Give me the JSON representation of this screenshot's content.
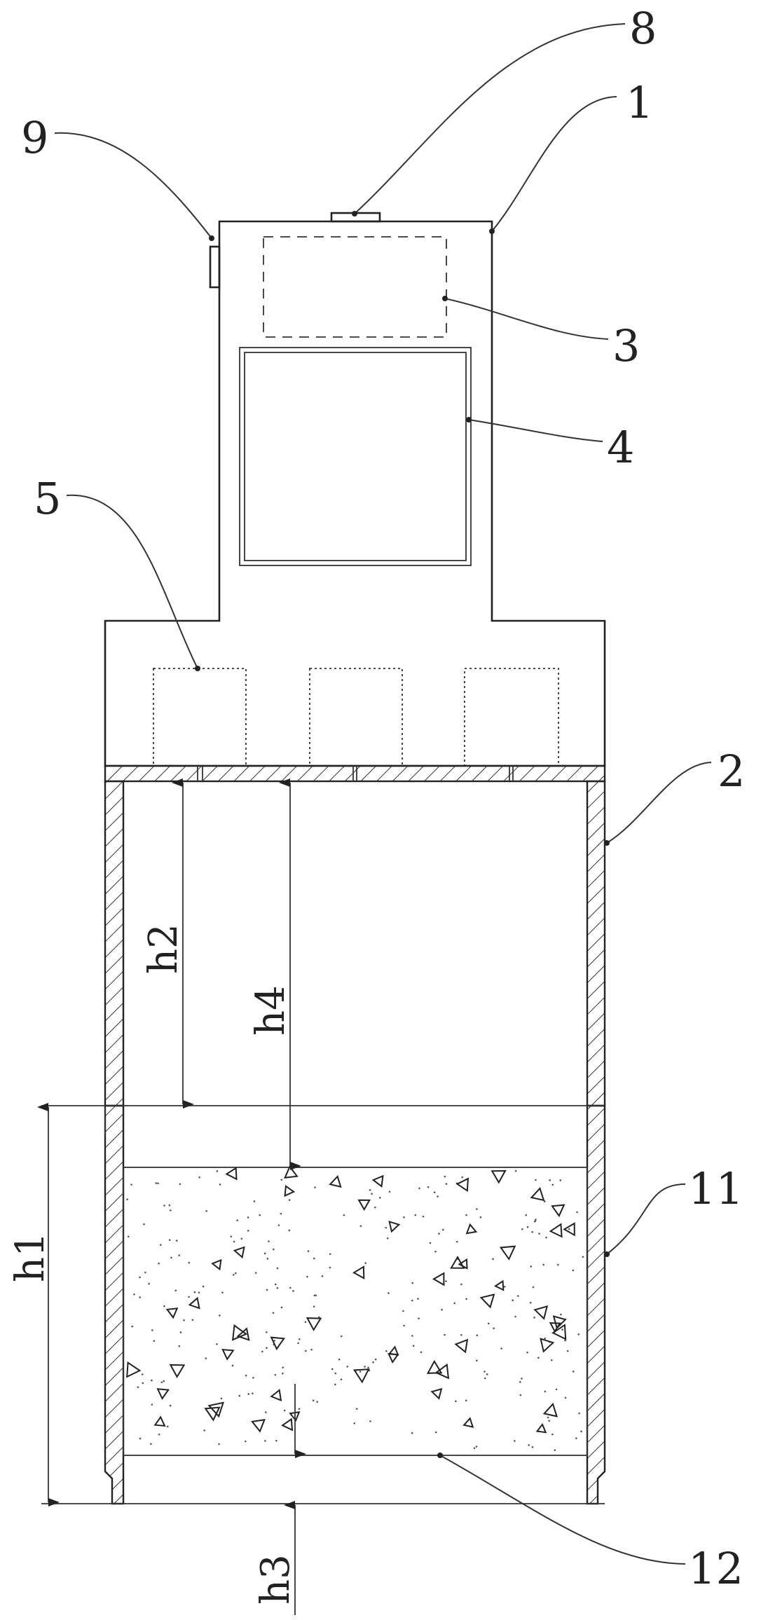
{
  "labels": {
    "housing": "1",
    "upper_cylinder": "2",
    "control_module": "3",
    "display_screen": "4",
    "sensor": "5",
    "top_button": "8",
    "side_button": "9",
    "lower_container": "11",
    "sample_bottom": "12"
  },
  "dimensions": {
    "h1": "h1",
    "h2": "h2",
    "h3": "h3",
    "h4": "h4"
  },
  "colors": {
    "line": "#222222",
    "background": "#ffffff"
  }
}
